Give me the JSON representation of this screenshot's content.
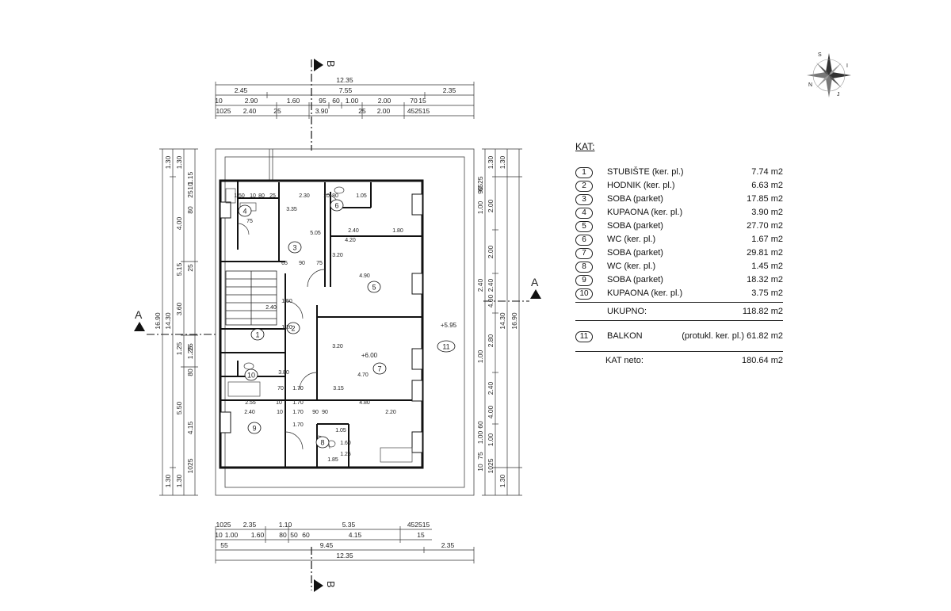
{
  "legend": {
    "title": "KAT:",
    "rooms": [
      {
        "num": "1",
        "name": "STUBIŠTE (ker. pl.)",
        "area": "7.74 m2"
      },
      {
        "num": "2",
        "name": "HODNIK (ker. pl.)",
        "area": "6.63 m2"
      },
      {
        "num": "3",
        "name": "SOBA (parket)",
        "area": "17.85 m2"
      },
      {
        "num": "4",
        "name": "KUPAONA (ker. pl.)",
        "area": "3.90 m2"
      },
      {
        "num": "5",
        "name": "SOBA (parket)",
        "area": "27.70 m2"
      },
      {
        "num": "6",
        "name": "WC (ker. pl.)",
        "area": "1.67 m2"
      },
      {
        "num": "7",
        "name": "SOBA (parket)",
        "area": "29.81 m2"
      },
      {
        "num": "8",
        "name": "WC (ker. pl.)",
        "area": "1.45 m2"
      },
      {
        "num": "9",
        "name": "SOBA (parket)",
        "area": "18.32 m2"
      },
      {
        "num": "10",
        "name": "KUPAONA (ker. pl.)",
        "area": "3.75 m2"
      }
    ],
    "total_label": "UKUPNO:",
    "total_area": "118.82 m2",
    "balcony": {
      "num": "11",
      "name": "BALKON",
      "area": "(protukl. ker. pl.) 61.82 m2"
    },
    "net_label": "KAT neto:",
    "net_area": "180.64 m2"
  },
  "plan": {
    "section_a": "A",
    "section_b": "B",
    "top_dims": {
      "row1": [
        "12.35"
      ],
      "row2": [
        "2.45",
        "7.55",
        "2.35"
      ],
      "row3": [
        "10",
        "2.90",
        "1.60",
        "95",
        "60",
        "1.00",
        "2.00",
        "70",
        "15"
      ],
      "row4": [
        "1025",
        "2.40",
        "25",
        "3.90",
        "25",
        "2.00",
        "452515"
      ]
    },
    "bottom_dims": {
      "row1": [
        "1025",
        "2.35",
        "1.10",
        "5.35",
        "452515"
      ],
      "row2": [
        "10",
        "1.00",
        "1.60",
        "80",
        "50",
        "60",
        "4.15",
        "15"
      ],
      "row3": [
        "55",
        "9.45",
        "2.35"
      ],
      "row4": [
        "12.35"
      ]
    },
    "left_dims": {
      "outer": [
        "16.90"
      ],
      "mid": [
        "1.30",
        "14.30",
        "1.30"
      ],
      "inner": [
        "1.30",
        "4.00",
        "5.15",
        "3.60",
        "1.25",
        "5.50",
        "1.30"
      ],
      "innermost": [
        "1.15",
        "10",
        "25",
        "80",
        "25",
        "1.25",
        "25",
        "80",
        "4.15",
        "1025"
      ]
    },
    "right_dims": {
      "outer": [
        "16.90"
      ],
      "mid": [
        "1.30",
        "14.30",
        "1.30"
      ],
      "inner": [
        "1.30",
        "2.00",
        "2.00",
        "2.40",
        "4.00",
        "2.80",
        "2.40",
        "4.00",
        "1.00",
        "1025"
      ],
      "innermost": [
        "6525",
        "90",
        "1.00",
        "2.40",
        "1.00",
        "60",
        "1.00",
        "75",
        "10"
      ]
    },
    "room_labels": [
      "1",
      "2",
      "3",
      "4",
      "5",
      "6",
      "7",
      "8",
      "9",
      "10",
      "11"
    ],
    "interior_dims": [
      "1.50",
      "10",
      "80",
      "25",
      "2.30",
      "10",
      "80",
      "1.05",
      "3.35",
      "75",
      "4.20",
      "2.40",
      "1.80",
      "5.05",
      "65",
      "90",
      "75",
      "3.20",
      "4.90",
      "1.50",
      "2.40",
      "1.20",
      "3.20",
      "4.70",
      "3.15",
      "4.80",
      "2.55",
      "1.70",
      "1.70",
      "10",
      "90",
      "2.20",
      "2.40",
      "1.70",
      "1.70",
      "3.80",
      "1.85",
      "1.05",
      "1.25",
      "1.60",
      "90",
      "10",
      "70"
    ],
    "levels": [
      "+5.95",
      "+6.00"
    ]
  }
}
